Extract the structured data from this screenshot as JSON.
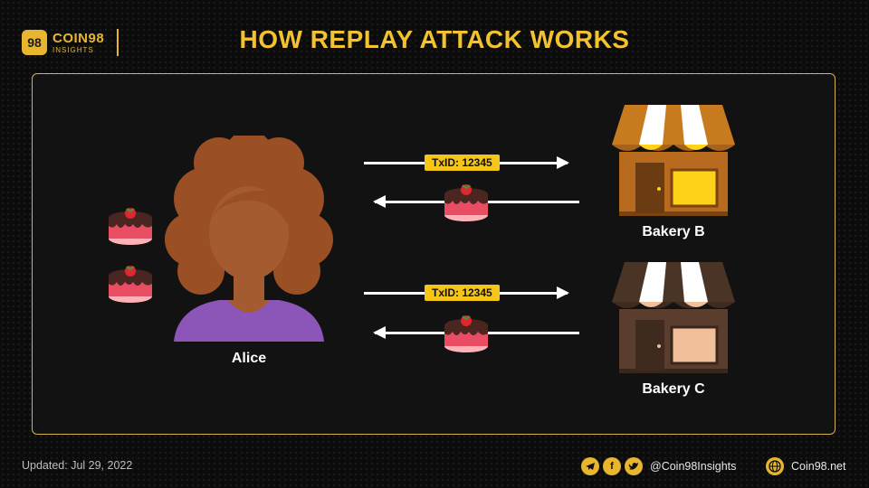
{
  "header": {
    "logo_mark": "98",
    "logo_name": "COIN98",
    "logo_sub": "INSIGHTS",
    "title": "HOW REPLAY ATTACK WORKS"
  },
  "diagram": {
    "person_label": "Alice",
    "bakery_b_label": "Bakery B",
    "bakery_c_label": "Bakery C",
    "tx_top": "TxID: 12345",
    "tx_bottom": "TxID: 12345"
  },
  "colors": {
    "accent": "#f2c230",
    "bakery_b_roof": "#c77a1e",
    "bakery_b_wall": "#b86a1e",
    "bakery_b_window": "#ffd21a",
    "bakery_c_roof": "#4a3426",
    "bakery_c_wall": "#5a3d2c",
    "bakery_c_window": "#f0c09a"
  },
  "footer": {
    "updated": "Updated: Jul 29, 2022",
    "social_handle": "@Coin98Insights",
    "website": "Coin98.net",
    "icons": [
      "telegram-icon",
      "facebook-icon",
      "twitter-icon",
      "globe-icon"
    ]
  }
}
